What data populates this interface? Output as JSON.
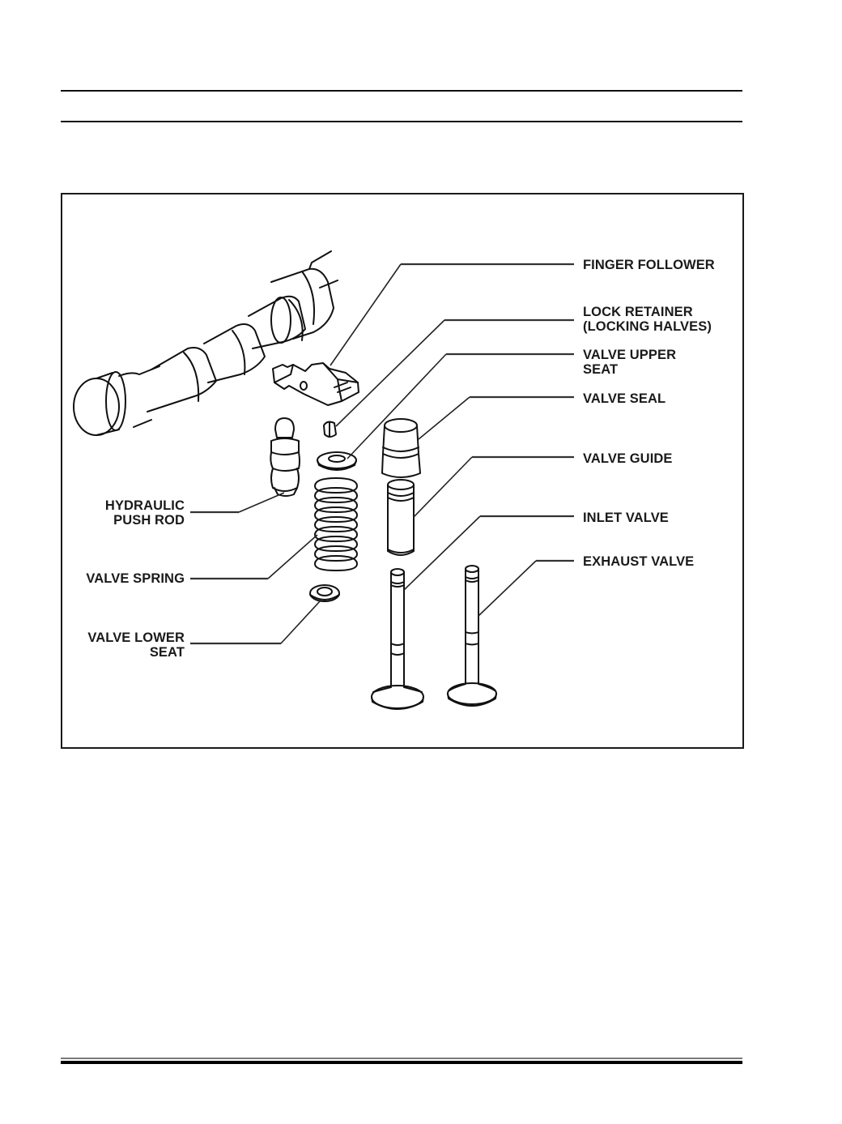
{
  "figure": {
    "title": "Valve train exploded view",
    "callouts_right": [
      {
        "id": "finger-follower",
        "lines": [
          "FINGER FOLLOWER"
        ]
      },
      {
        "id": "lock-retainer",
        "lines": [
          "LOCK RETAINER",
          "(LOCKING HALVES)"
        ]
      },
      {
        "id": "valve-upper-seat",
        "lines": [
          "VALVE UPPER",
          "SEAT"
        ]
      },
      {
        "id": "valve-seal",
        "lines": [
          "VALVE SEAL"
        ]
      },
      {
        "id": "valve-guide",
        "lines": [
          "VALVE GUIDE"
        ]
      },
      {
        "id": "inlet-valve",
        "lines": [
          "INLET VALVE"
        ]
      },
      {
        "id": "exhaust-valve",
        "lines": [
          "EXHAUST VALVE"
        ]
      }
    ],
    "callouts_left": [
      {
        "id": "hydraulic-push-rod",
        "lines": [
          "HYDRAULIC",
          "PUSH ROD"
        ]
      },
      {
        "id": "valve-spring",
        "lines": [
          "VALVE SPRING"
        ]
      },
      {
        "id": "valve-lower-seat",
        "lines": [
          "VALVE LOWER",
          "SEAT"
        ]
      }
    ],
    "parts": [
      "camshaft",
      "finger-follower",
      "lock-retainer",
      "valve-upper-seat",
      "hydraulic-push-rod",
      "valve-spring",
      "valve-lower-seat",
      "valve-seal",
      "valve-guide",
      "inlet-valve",
      "exhaust-valve"
    ]
  },
  "colors": {
    "ink": "#111111",
    "paper": "#ffffff",
    "footer_thin_rule": "#7a7a7a"
  }
}
